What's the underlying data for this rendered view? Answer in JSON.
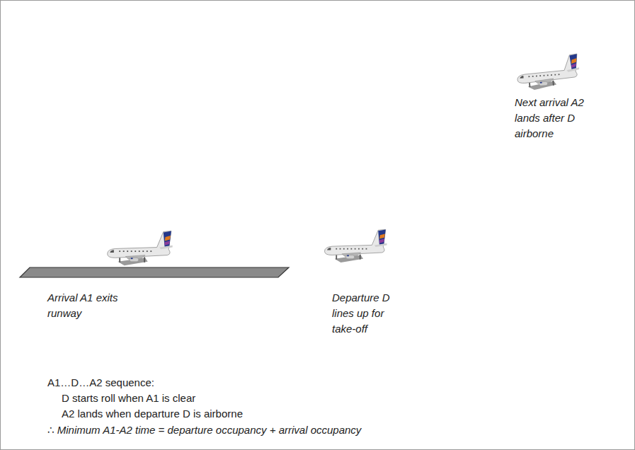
{
  "diagram": {
    "labels": [
      "Next arrival A2 lands after D airborne",
      "Arrival A1 exits runway",
      "Departure D lines up for take-off",
      "A1…D…A2 sequence:",
      "D starts roll when A1 is clear",
      "A2 lands when departure D is airborne",
      "∴ Minimum A1-A2 time = departure occupancy + arrival occupancy"
    ]
  }
}
